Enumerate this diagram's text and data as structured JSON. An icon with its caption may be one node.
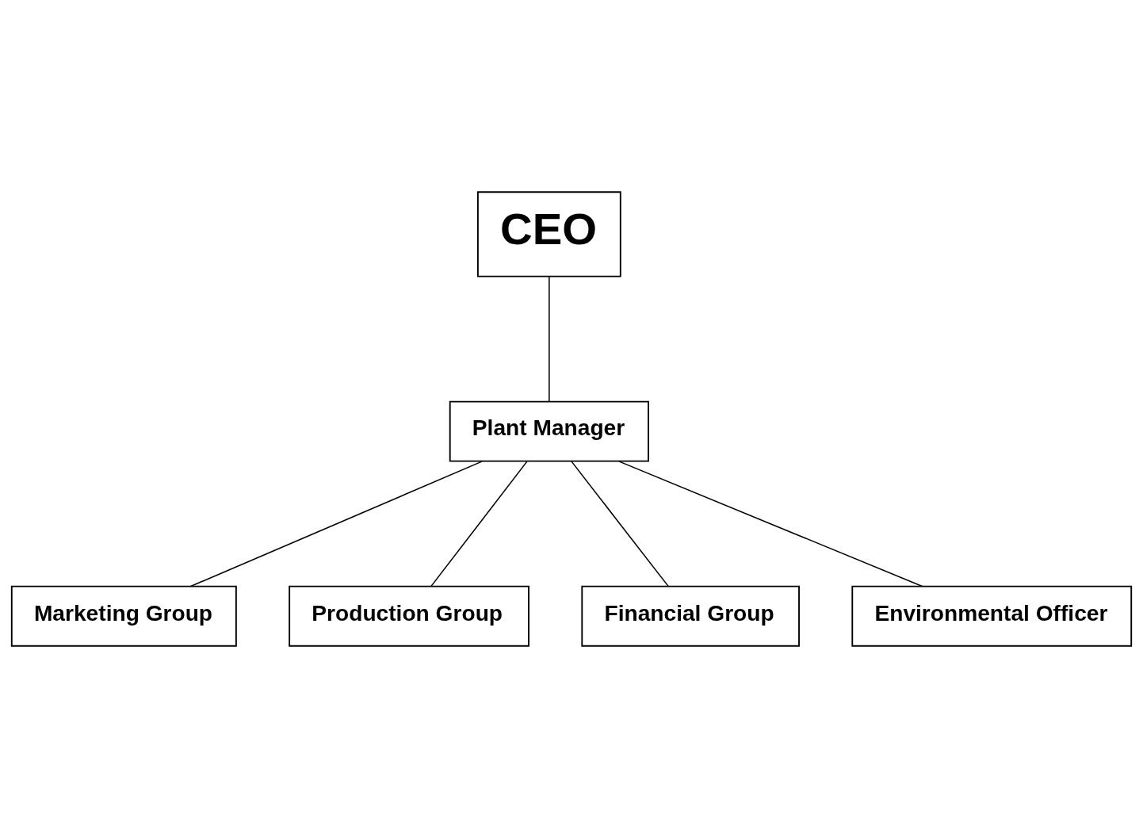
{
  "diagram": {
    "nodes": [
      {
        "text": [
          "CEO"
        ]
      },
      {
        "text": [
          "Plant Manager"
        ]
      },
      {
        "text": [
          "Marketing Group"
        ]
      },
      {
        "text": [
          "Production Group"
        ]
      },
      {
        "text": [
          "Financial Group"
        ]
      },
      {
        "text": [
          "Environmental Officer"
        ]
      }
    ],
    "edges": [
      {
        "from": 0,
        "to": 1,
        "arrow": "none"
      },
      {
        "from": 1,
        "to": 2,
        "arrow": "none"
      },
      {
        "from": 1,
        "to": 3,
        "arrow": "none"
      },
      {
        "from": 1,
        "to": 4,
        "arrow": "none"
      },
      {
        "from": 1,
        "to": 5,
        "arrow": "none"
      }
    ]
  }
}
